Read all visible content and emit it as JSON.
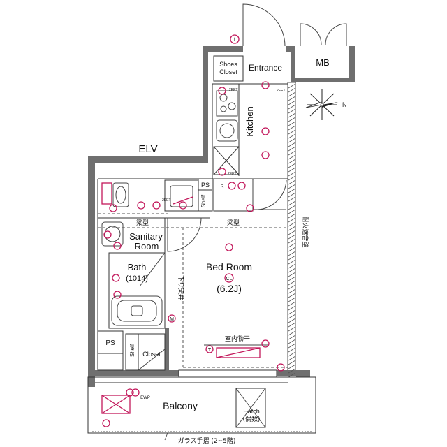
{
  "plan": {
    "rooms": {
      "entrance": "Entrance",
      "shoes_closet_line1": "Shoes",
      "shoes_closet_line2": "Closet",
      "mb": "MB",
      "kitchen": "Kitchen",
      "elv": "ELV",
      "sanitary_line1": "Sanitary",
      "sanitary_line2": "Room",
      "bath": "Bath",
      "bath_size": "(1014)",
      "bed_room": "Bed Room",
      "bed_room_size": "(6.2J)",
      "balcony": "Balcony",
      "hatch_line1": "Hatch",
      "hatch_line2": "(偶数)",
      "closet": "Closet",
      "shelf_upper": "Shelf",
      "shelf_lower": "Shelf",
      "ps_upper": "PS",
      "ps_lower": "PS"
    },
    "notes": {
      "beam_left": "梁型",
      "beam_right": "梁型",
      "lowered_ceiling": "下り天井",
      "indoor_drying": "室内物干",
      "fireproof_wall": "耐火遮音壁",
      "glass_railing": "ガラス手摺 (2~5階)"
    },
    "symbols": {
      "compass_north": "N",
      "cl": "CL",
      "t_upper": "t",
      "t_phone": "T",
      "m": "M",
      "r": "R",
      "ewp": "EWP",
      "zeet_1": "2EET",
      "zeet_2": "2EET",
      "zeet_3": "2EET",
      "zeet_4": "2EET"
    },
    "colors": {
      "wall": "#6f6f6f",
      "electrical": "#c2185b",
      "line": "#333333"
    }
  }
}
